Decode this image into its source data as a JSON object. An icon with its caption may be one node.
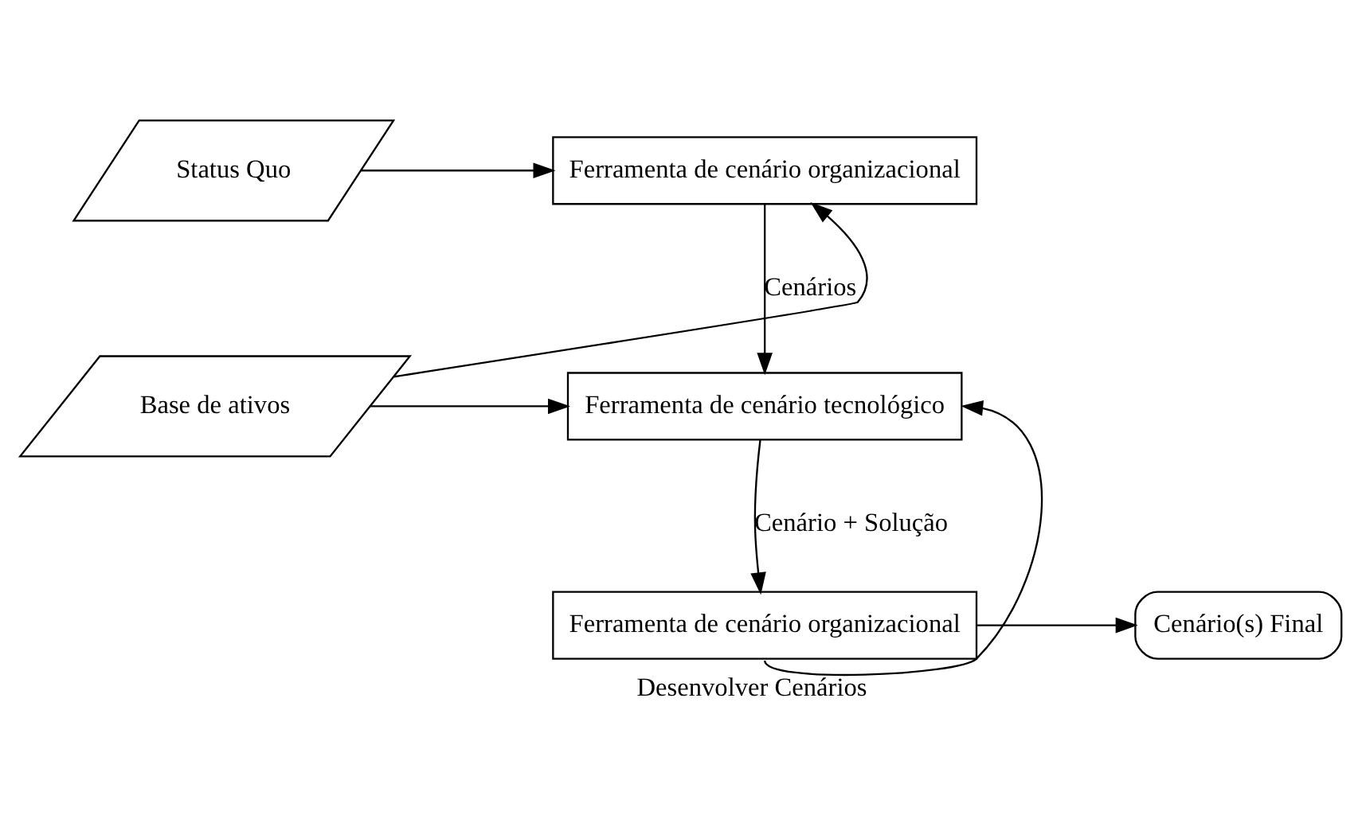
{
  "diagram": {
    "nodes": [
      {
        "text": [
          "Status Quo"
        ]
      },
      {
        "text": [
          "Ferramenta de cenário organizacional"
        ]
      },
      {
        "text": [
          "Base de ativos"
        ]
      },
      {
        "text": [
          "Ferramenta de cenário tecnológico"
        ]
      },
      {
        "text": [
          "Ferramenta de cenário organizacional"
        ]
      },
      {
        "text": [
          "Cenário(s) Final"
        ]
      }
    ],
    "edges": [
      {
        "from": 0,
        "to": 1,
        "arrow": "to"
      },
      {
        "from": 2,
        "to": 1,
        "arrow": "to"
      },
      {
        "from": 2,
        "to": 3,
        "arrow": "to"
      },
      {
        "from": 1,
        "to": 3,
        "arrow": "to",
        "label": "Cenários"
      },
      {
        "from": 3,
        "to": 4,
        "arrow": "to",
        "label": "Cenário + Solução"
      },
      {
        "from": 4,
        "to": 5,
        "arrow": "to"
      },
      {
        "from": 4,
        "to": 3,
        "arrow": "to",
        "label": "Desenvolver Cenários"
      }
    ]
  }
}
